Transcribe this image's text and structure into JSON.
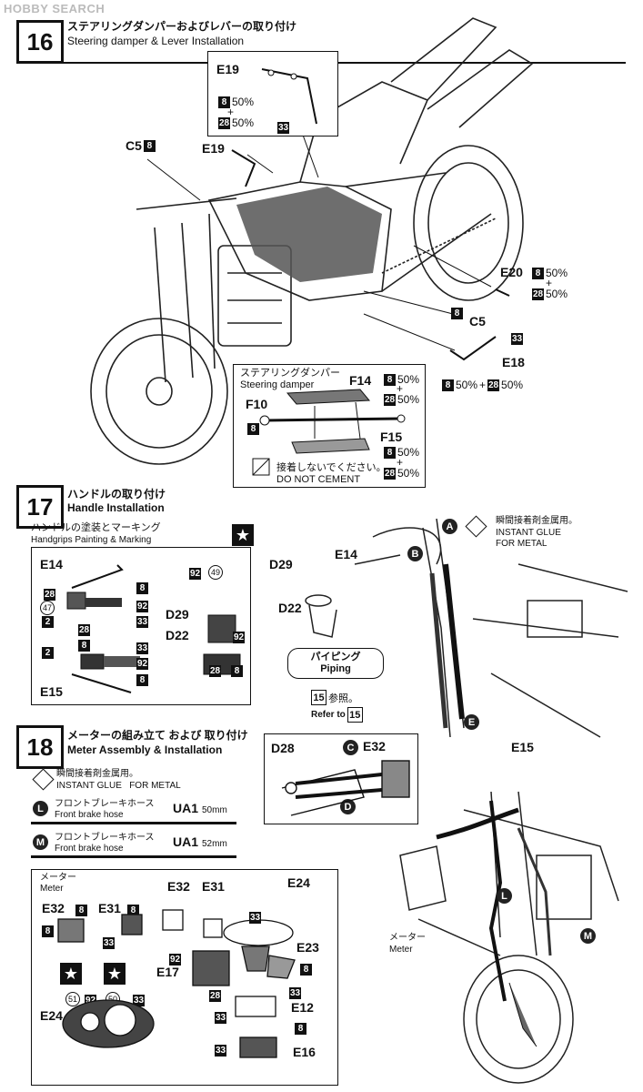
{
  "watermark": "HOBBY SEARCH",
  "step16": {
    "number": "16",
    "title_jp": "ステアリングダンパーおよびレバーの取り付け",
    "title_en": "Steering damper & Lever Installation",
    "inset_e19": {
      "part": "E19",
      "n1": "8",
      "p1": "50%",
      "plus": "+",
      "n2": "28",
      "p2": "50%",
      "n3": "33"
    },
    "c5_top": {
      "part": "C5",
      "num": "8"
    },
    "e19_label": "E19",
    "e20": {
      "part": "E20",
      "n1": "8",
      "p1": "50%",
      "plus": "+",
      "n2": "28",
      "p2": "50%"
    },
    "c5_right": {
      "part": "C5",
      "num": "8"
    },
    "e18": {
      "part": "E18",
      "num_top": "33",
      "n1": "8",
      "p1": "50%",
      "plus": "+",
      "n2": "28",
      "p2": "50%"
    },
    "damper_box": {
      "title_jp": "ステアリングダンパー",
      "title_en": "Steering damper",
      "f14": {
        "part": "F14",
        "n1": "8",
        "p1": "50%",
        "plus": "+",
        "n2": "28",
        "p2": "50%"
      },
      "f10": {
        "part": "F10",
        "num": "8"
      },
      "f15": {
        "part": "F15",
        "n1": "8",
        "p1": "50%",
        "plus": "+",
        "n2": "28",
        "p2": "50%"
      },
      "no_cement_jp": "接着しないでください。",
      "no_cement_en": "DO NOT CEMENT"
    }
  },
  "step17": {
    "number": "17",
    "title_jp": "ハンドルの取り付け",
    "title_en": "Handle Installation",
    "paint_box": {
      "title_jp": "ハンドルの塗装とマーキング",
      "title_en": "Handgrips Painting & Marking",
      "e14": "E14",
      "e15": "E15",
      "d29": "D29",
      "d22": "D22",
      "colors": {
        "c28": "28",
        "c8": "8",
        "c47": "47",
        "c92": "92",
        "c2": "2",
        "c33": "33",
        "c49": "49"
      }
    },
    "d29": "D29",
    "d22": "D22",
    "e14": "E14",
    "e15": "E15",
    "callout_a": "A",
    "callout_b": "B",
    "callout_e": "E",
    "glue_jp": "瞬間接着剤金属用。",
    "glue_en1": "INSTANT GLUE",
    "glue_en2": "FOR METAL",
    "piping_jp": "パイピング",
    "piping_en": "Piping",
    "ref_num": "15",
    "ref_jp": "参照。",
    "ref_en": "Refer to"
  },
  "step18": {
    "number": "18",
    "title_jp": "メーターの組み立て および 取り付け",
    "title_en": "Meter Assembly & Installation",
    "glue_jp": "瞬間接着剤金属用。",
    "glue_en": "INSTANT GLUE   FOR METAL",
    "hose_l": {
      "letter": "L",
      "jp": "フロントブレーキホース",
      "en": "Front brake hose",
      "code": "UA1",
      "len": "50mm"
    },
    "hose_m": {
      "letter": "M",
      "jp": "フロントブレーキホース",
      "en": "Front brake hose",
      "code": "UA1",
      "len": "52mm"
    },
    "meter_box": {
      "meter_jp": "メーター",
      "meter_en": "Meter",
      "e32": "E32",
      "e31": "E31",
      "e24": "E24",
      "e23": "E23",
      "e17": "E17",
      "e12": "E12",
      "e16": "E16",
      "c8": "8",
      "c33": "33",
      "c92": "92",
      "c28": "28",
      "c51": "51",
      "c50": "50"
    },
    "top_box": {
      "d28": "D28",
      "e32": "E32",
      "c": "C",
      "d": "D"
    },
    "meter_jp": "メーター",
    "meter_en": "Meter",
    "callout_l": "L",
    "callout_m": "M"
  }
}
